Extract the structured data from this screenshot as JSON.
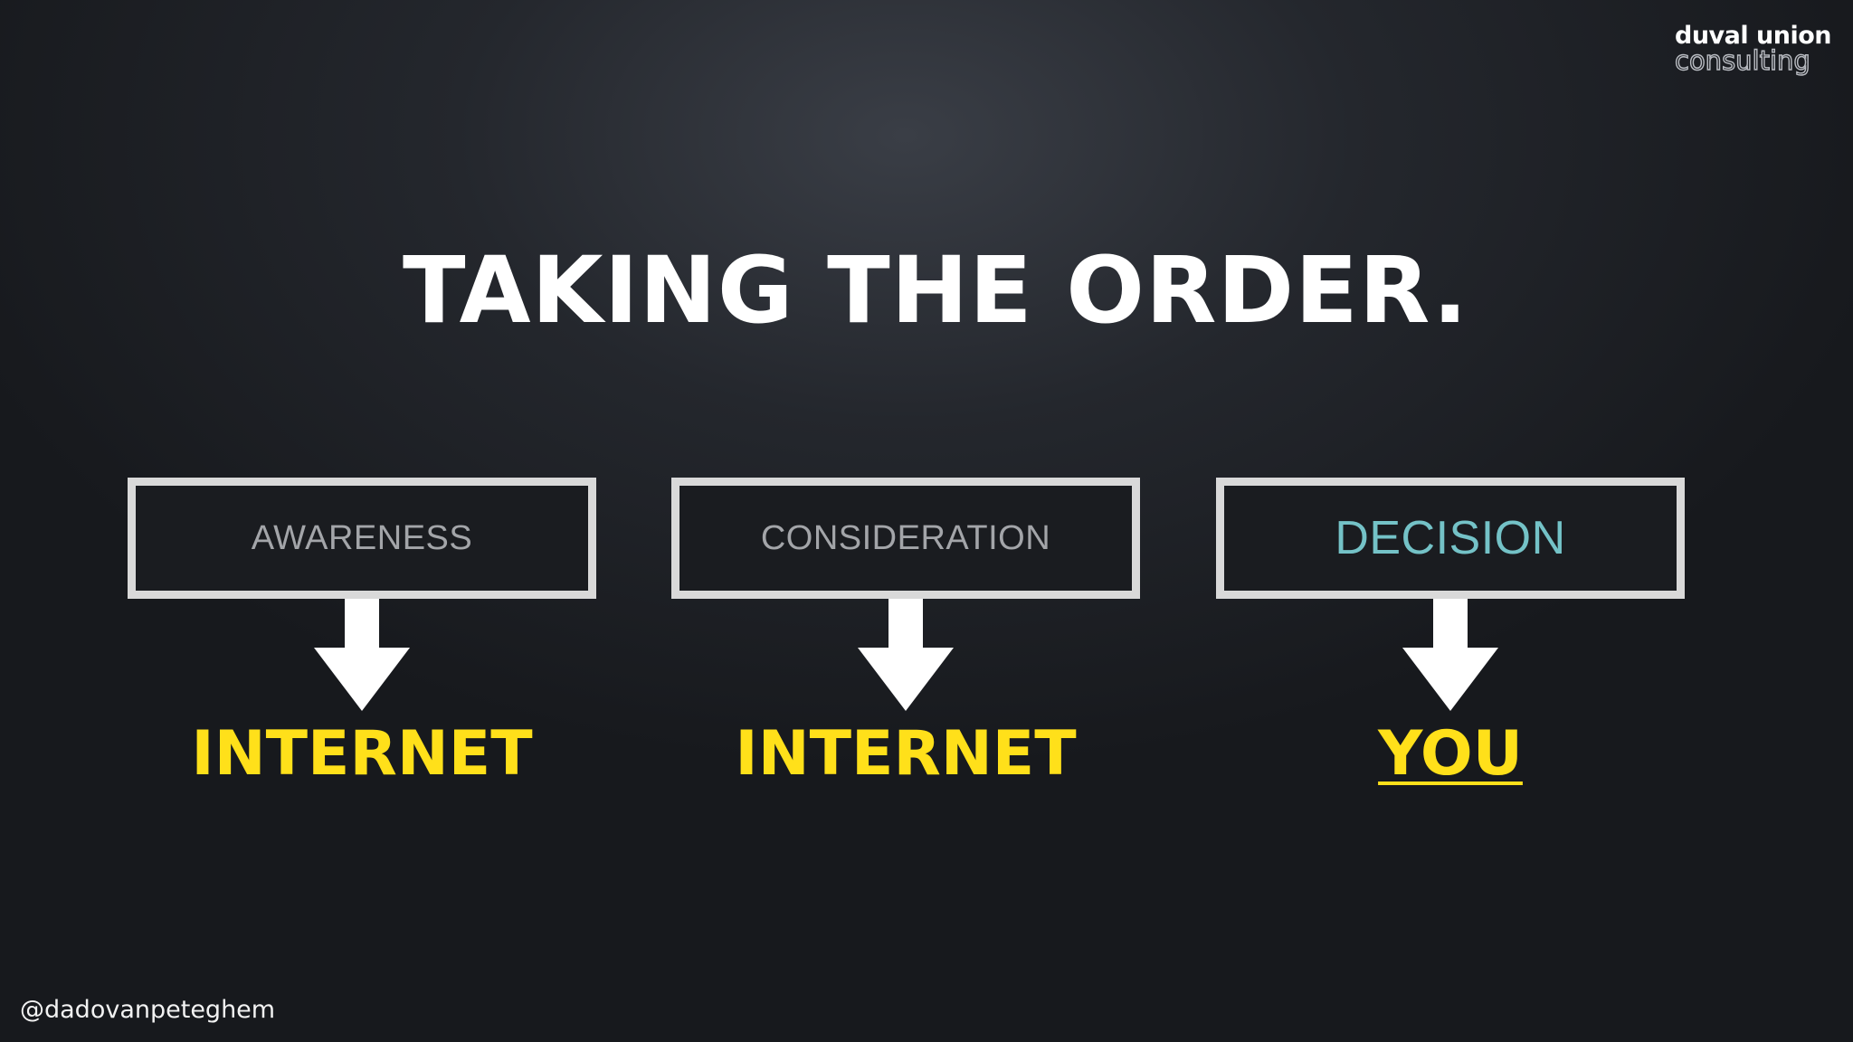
{
  "logo": {
    "line1": "duval union",
    "line2": "consulting"
  },
  "title": "TAKING THE ORDER.",
  "stages": [
    {
      "label": "AWARENESS",
      "outcome": "INTERNET",
      "active": false
    },
    {
      "label": "CONSIDERATION",
      "outcome": "INTERNET",
      "active": false
    },
    {
      "label": "DECISION",
      "outcome": "YOU",
      "active": true
    }
  ],
  "handle": "@dadovanpeteghem",
  "colors": {
    "box_border": "#d9d9d9",
    "inactive_label": "#a3a5a9",
    "active_label": "#74c2c7",
    "outcome": "#ffe01a",
    "arrow": "#ffffff"
  },
  "icons": [
    "down-arrow-icon",
    "down-arrow-icon",
    "down-arrow-icon"
  ]
}
